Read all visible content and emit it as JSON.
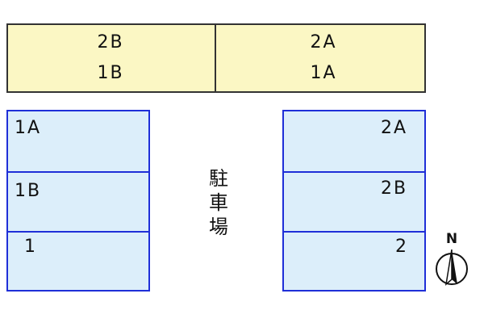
{
  "building": {
    "left_unit": {
      "upper": "2B",
      "lower": "1B"
    },
    "right_unit": {
      "upper": "2A",
      "lower": "1A"
    },
    "color": "#fbf7c4"
  },
  "parking": {
    "label_chars": [
      "駐",
      "車",
      "場"
    ],
    "stall_color": "#dceefa",
    "border_color": "#1f2fd8",
    "left_stalls": [
      "1A",
      "1B",
      "1"
    ],
    "right_stalls": [
      "2A",
      "2B",
      "2"
    ]
  },
  "compass": {
    "label": "N",
    "icon": "north-arrow-icon"
  }
}
